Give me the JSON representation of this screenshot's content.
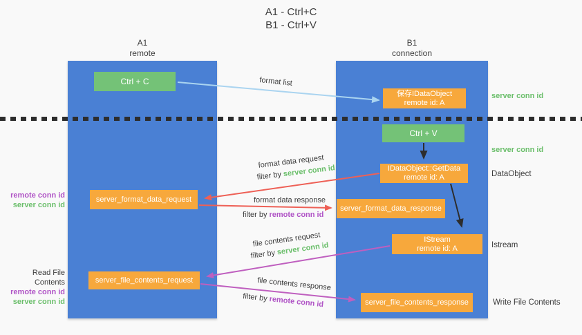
{
  "title": {
    "line1": "A1 - Ctrl+C",
    "line2": "B1 - Ctrl+V"
  },
  "columns": {
    "left": {
      "name": "A1",
      "role": "remote"
    },
    "right": {
      "name": "B1",
      "role": "connection"
    }
  },
  "boxes": {
    "ctrl_c": {
      "label": "Ctrl + C"
    },
    "save_idataobject": {
      "line1": "保存IDataObject",
      "line2": "remote id: A"
    },
    "ctrl_v": {
      "label": "Ctrl + V"
    },
    "getdata": {
      "line1": "IDataObject::GetData",
      "line2": "remote id: A"
    },
    "format_request": {
      "label": "server_format_data_request"
    },
    "format_response": {
      "label": "server_format_data_response"
    },
    "istream": {
      "line1": "IStream",
      "line2": "remote id: A"
    },
    "file_request": {
      "label": "server_file_contents_request"
    },
    "file_response": {
      "label": "server_file_contents_response"
    }
  },
  "arrow_labels": {
    "format_list": "format list",
    "format_data_request": "format data request",
    "format_data_response": "format data response",
    "file_contents_request": "file contents request",
    "file_contents_response": "file contents response",
    "filter_by": "filter by",
    "server_conn_id": "server conn id",
    "remote_conn_id": "remote conn id"
  },
  "side_labels": {
    "right_server_conn_id_top": "server conn id",
    "right_server_conn_id_mid": "server conn id",
    "dataobject": "DataObject",
    "istream": "Istream",
    "write_file_contents": "Write File Contents",
    "left_remote_conn_id_top": "remote conn id",
    "left_server_conn_id_top": "server conn id",
    "read_file_contents": "Read File Contents",
    "left_remote_conn_id_bottom": "remote conn id",
    "left_server_conn_id_bottom": "server conn id"
  },
  "colors": {
    "column_blue": "#4a80d4",
    "box_green": "#74c277",
    "box_orange": "#f7a83c",
    "arrow_light_blue": "#aad4f0",
    "arrow_red": "#ee6056",
    "arrow_magenta": "#bf5fbf",
    "arrow_black": "#2d2d2d",
    "text_green": "#6cbf6c",
    "text_purple": "#b054c6",
    "text_dark": "#3d3d3d"
  }
}
